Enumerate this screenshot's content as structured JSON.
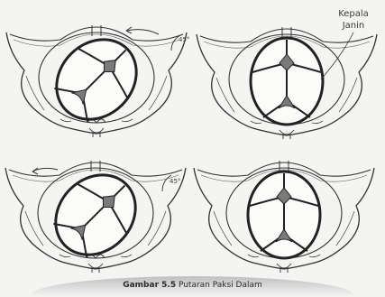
{
  "labels": {
    "kepala": "Kepala",
    "janin": "Janin"
  },
  "angles": {
    "top": "45°",
    "bottom": "45°"
  },
  "caption": {
    "prefix": "Gambar 5.5",
    "text": " Putaran Paksi Dalam"
  },
  "colors": {
    "line": "#333333",
    "fontanel_fill": "#7a7a7a",
    "background": "#f4f4f2"
  },
  "panels": [
    {
      "name": "top-left",
      "head_rotation_deg": 45
    },
    {
      "name": "top-right",
      "head_rotation_deg": 0
    },
    {
      "name": "bottom-left",
      "head_rotation_deg": 45
    },
    {
      "name": "bottom-right",
      "head_rotation_deg": 0
    }
  ]
}
